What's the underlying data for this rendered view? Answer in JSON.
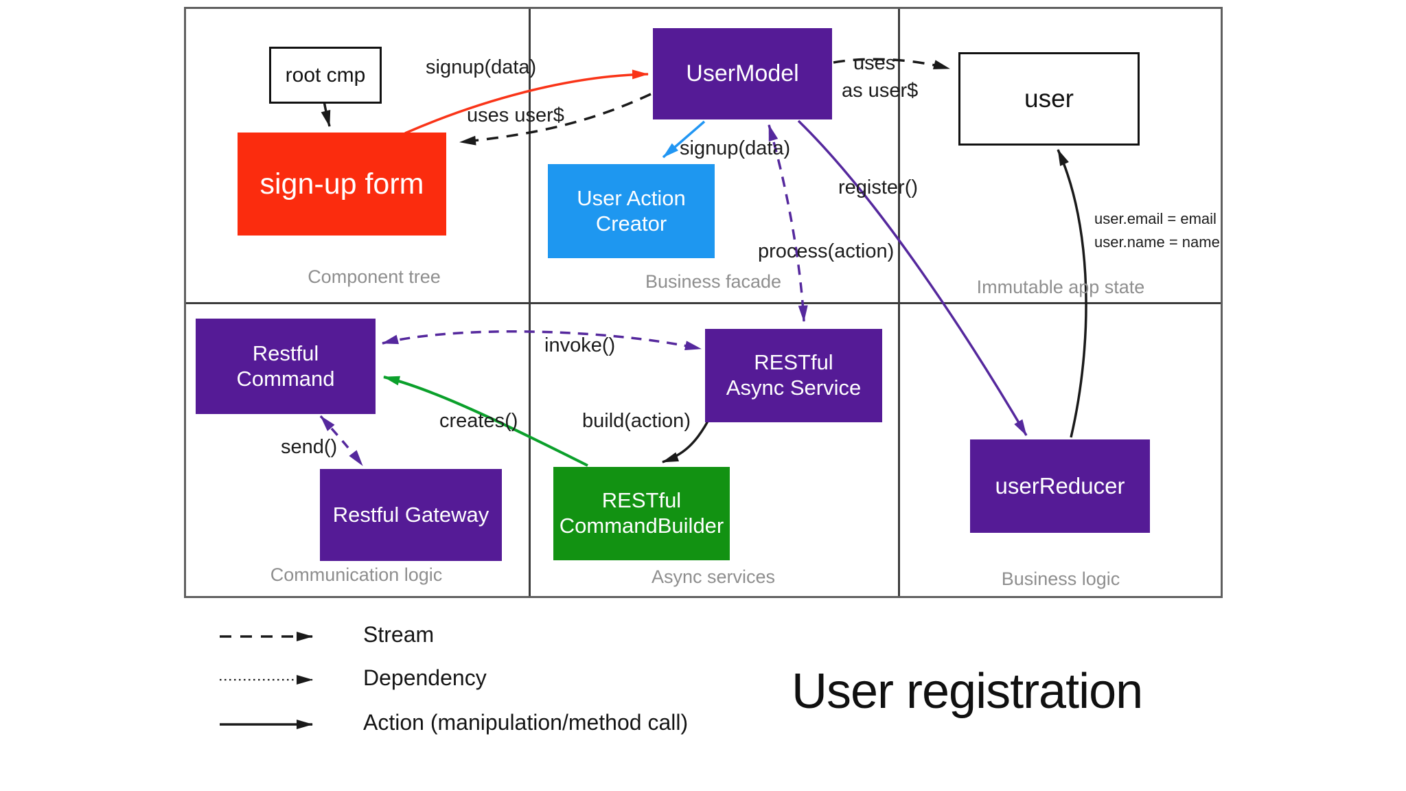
{
  "title": "User registration",
  "colors": {
    "box_purple": "#551b96",
    "box_blue": "#1e97f0",
    "box_red": "#fb2c0e",
    "box_green": "#129212",
    "arrow_black": "#1a1a1a",
    "arrow_red": "#f93418",
    "arrow_blue": "#2196f3",
    "arrow_purple": "#55289d",
    "arrow_green": "#0ba02b",
    "line_gray_outer": "#5f5f5f",
    "line_gray_inner": "#3c3c3c",
    "label_gray": "#8e8e8e"
  },
  "quadrants": [
    {
      "label": "Component tree"
    },
    {
      "label": "Business facade"
    },
    {
      "label": "Immutable app state"
    },
    {
      "label": "Communication logic"
    },
    {
      "label": "Async services"
    },
    {
      "label": "Business logic"
    }
  ],
  "nodes": {
    "root_cmp": "root cmp",
    "signup_form": "sign-up form",
    "user_model": "UserModel",
    "user_action_creator": "User Action Creator",
    "user": "user",
    "restful_command": "Restful Command",
    "restful_gateway": "Restful Gateway",
    "restful_async_service": "RESTful Async Service",
    "restful_command_builder": "RESTful CommandBuilder",
    "user_reducer": "userReducer"
  },
  "edge_labels": {
    "signup_data_top": "signup(data)",
    "uses_user_stream": "uses user$",
    "uses": "uses",
    "as_user_stream": "as user$",
    "signup_data_mid": "signup(data)",
    "register": "register()",
    "process_action": "process(action)",
    "invoke": "invoke()",
    "creates": "creates()",
    "build_action": "build(action)",
    "send": "send()",
    "user_email": "user.email = email",
    "user_name": "user.name = name"
  },
  "legend": [
    {
      "style": "dashed",
      "label": "Stream"
    },
    {
      "style": "dotted",
      "label": "Dependency"
    },
    {
      "style": "solid",
      "label": "Action (manipulation/method call)"
    }
  ]
}
